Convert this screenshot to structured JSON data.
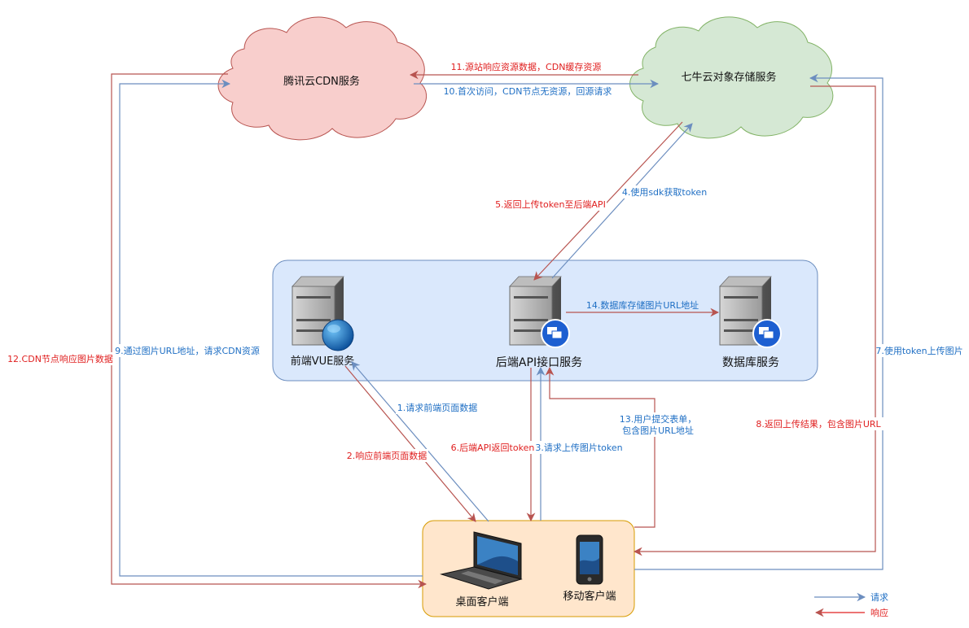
{
  "nodes": {
    "tencent_cdn": "腾讯云CDN服务",
    "qiniu": "七牛云对象存储服务",
    "frontend": "前端VUE服务",
    "backend": "后端API接口服务",
    "database": "数据库服务",
    "desktop": "桌面客户端",
    "mobile": "移动客户端"
  },
  "edges": {
    "e1": "1.请求前端页面数据",
    "e2": "2.响应前端页面数据",
    "e3": "3.请求上传图片token",
    "e4": "4.使用sdk获取token",
    "e5": "5.返回上传token至后端API",
    "e6": "6.后端API返回token",
    "e7": "7.使用token上传图片",
    "e8": "8.返回上传结果，包含图片URL",
    "e9": "9.通过图片URL地址，请求CDN资源",
    "e10": "10.首次访问，CDN节点无资源，回源请求",
    "e11": "11.源站响应资源数据，CDN缓存资源",
    "e12": "12.CDN节点响应图片数据",
    "e13_line1": "13.用户提交表单，",
    "e13_line2": "包含图片URL地址",
    "e14": "14.数据库存储图片URL地址"
  },
  "legend": {
    "request": "请求",
    "response": "响应"
  },
  "colors": {
    "request": "#6c8ebf",
    "response": "#b85450",
    "request_text": "#1f6fc4",
    "response_text": "#e02020",
    "cdn_fill": "#f8cecc",
    "storage_fill": "#d5e8d4",
    "server_group_fill": "#dae8fc",
    "client_group_fill": "#ffe6cc"
  }
}
